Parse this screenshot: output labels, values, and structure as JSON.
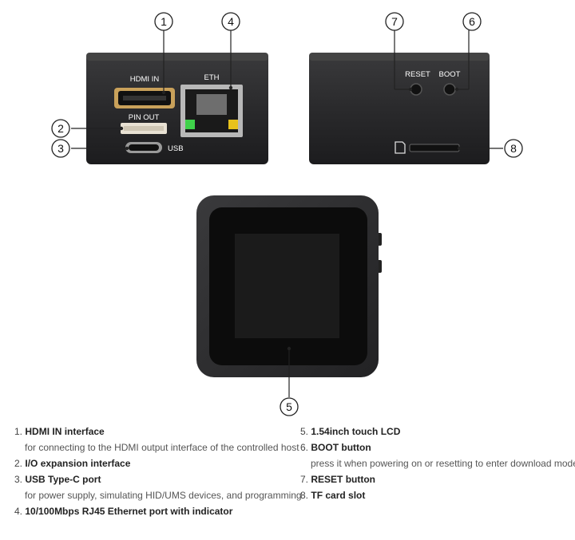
{
  "callouts": [
    "1",
    "2",
    "3",
    "4",
    "5",
    "6",
    "7",
    "8"
  ],
  "device_labels": {
    "hdmi": "HDMI IN",
    "eth": "ETH",
    "pinout": "PIN OUT",
    "usb": "USB",
    "reset": "RESET",
    "boot": "BOOT"
  },
  "legend": {
    "left": [
      {
        "num": "1.",
        "title": "HDMI IN interface",
        "desc": "for connecting to the HDMI output interface of the controlled host"
      },
      {
        "num": "2.",
        "title": "I/O expansion interface",
        "desc": ""
      },
      {
        "num": "3.",
        "title": "USB Type-C port",
        "desc": "for power supply, simulating HID/UMS devices, and programming"
      },
      {
        "num": "4.",
        "title": "10/100Mbps RJ45 Ethernet port with indicator",
        "desc": ""
      }
    ],
    "right": [
      {
        "num": "5.",
        "title": "1.54inch touch LCD",
        "desc": ""
      },
      {
        "num": "6.",
        "title": "BOOT button",
        "desc": "press it when powering on or resetting to enter download mode"
      },
      {
        "num": "7.",
        "title": "RESET button",
        "desc": ""
      },
      {
        "num": "8.",
        "title": "TF card slot",
        "desc": ""
      }
    ]
  },
  "colors": {
    "device_body": "#2a2a2c",
    "screen": "#111111",
    "port_gold": "#c9a15a",
    "led_green": "#3fd24a",
    "led_yellow": "#e8c21c"
  }
}
